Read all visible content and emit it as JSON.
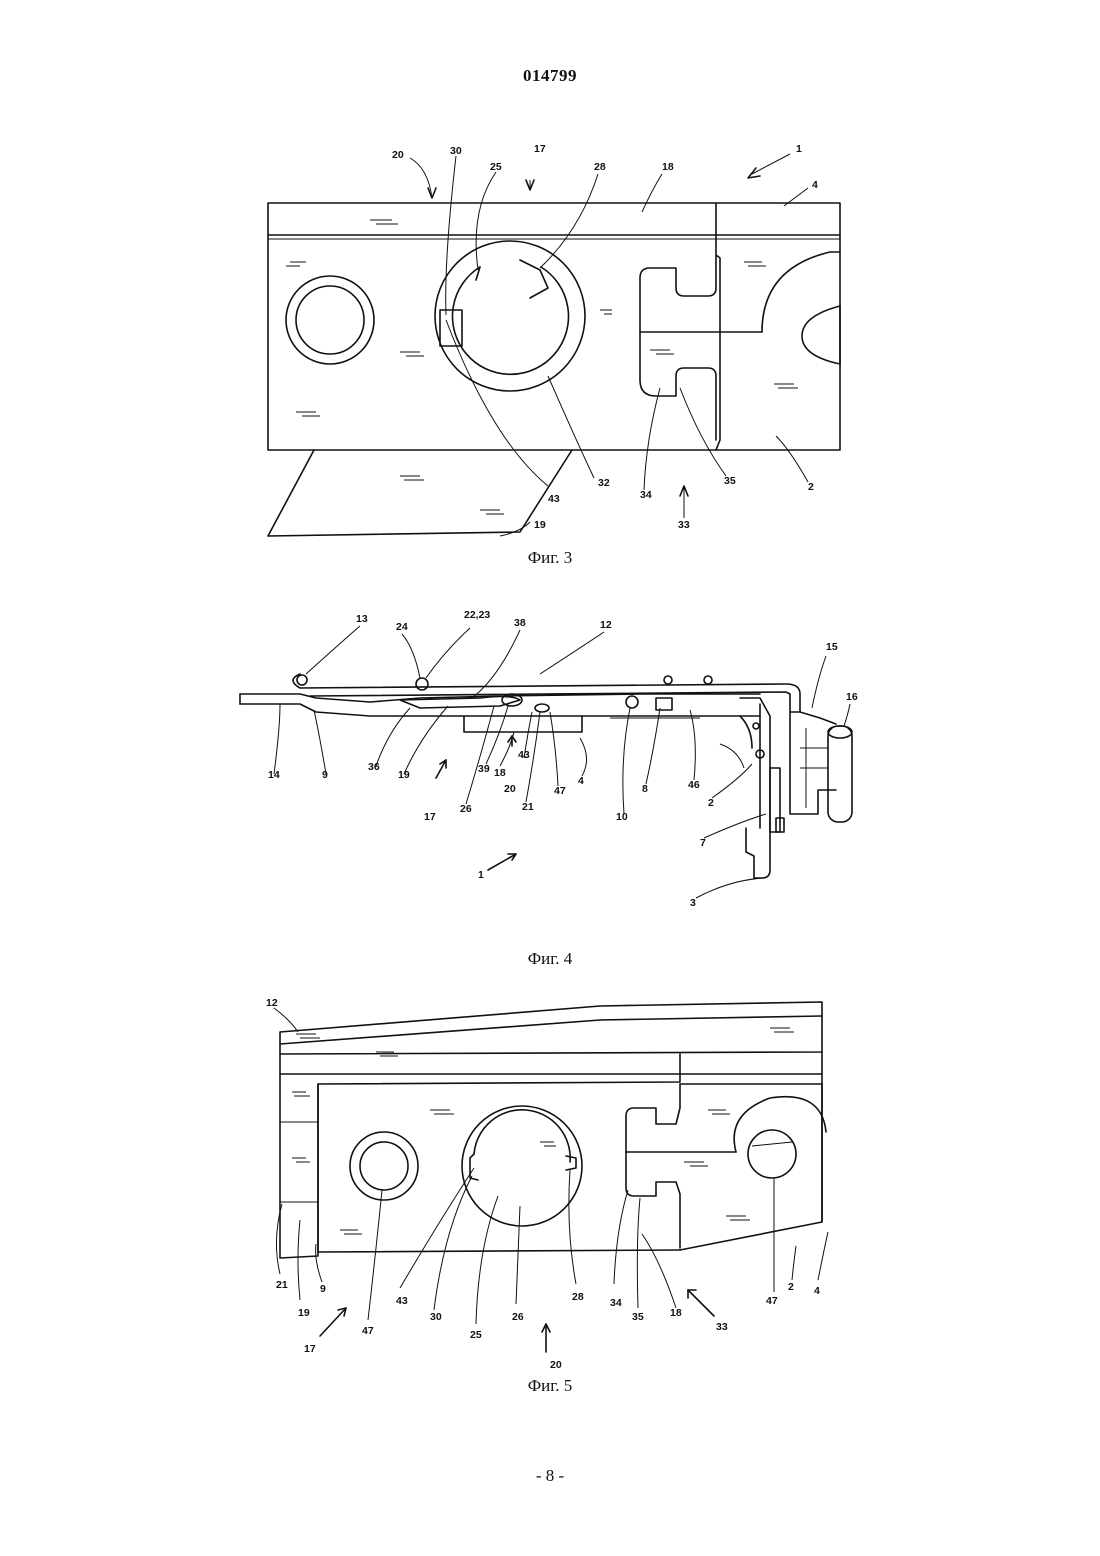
{
  "document": {
    "number": "014799",
    "page": "- 8 -"
  },
  "figures": [
    {
      "caption": "Фиг. 3",
      "labels": [
        "20",
        "30",
        "25",
        "17",
        "28",
        "18",
        "1",
        "4",
        "43",
        "32",
        "34",
        "35",
        "33",
        "2",
        "19"
      ]
    },
    {
      "caption": "Фиг. 4",
      "labels": [
        "13",
        "24",
        "22,23",
        "38",
        "12",
        "15",
        "16",
        "14",
        "9",
        "36",
        "19",
        "17",
        "26",
        "39",
        "18",
        "43",
        "20",
        "21",
        "47",
        "4",
        "10",
        "8",
        "46",
        "2",
        "7",
        "1",
        "3"
      ]
    },
    {
      "caption": "Фиг. 5",
      "labels": [
        "12",
        "21",
        "9",
        "19",
        "17",
        "47",
        "43",
        "30",
        "25",
        "26",
        "20",
        "28",
        "34",
        "35",
        "18",
        "33",
        "47",
        "2",
        "4"
      ]
    }
  ]
}
